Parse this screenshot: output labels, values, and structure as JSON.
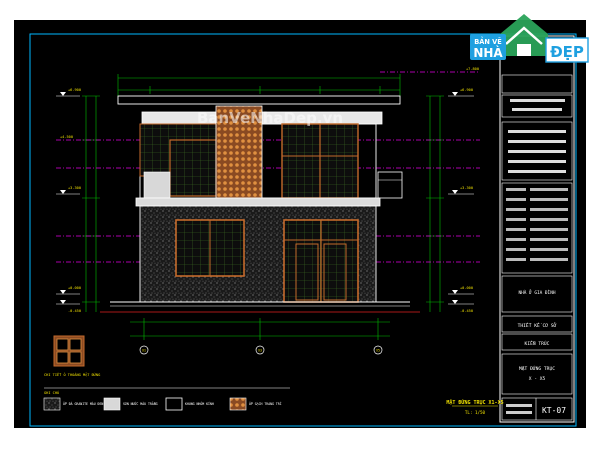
{
  "logo": {
    "line1": "BẢN VẼ",
    "line2": "NHÀ",
    "line3": "ĐẸP"
  },
  "watermark": "BanVeNhaDep.vn",
  "title_block": {
    "project_line1": "NHÀ Ở GIA ĐÌNH",
    "design_stage": "THIẾT KẾ CƠ SỞ",
    "discipline": "KIẾN TRÚC",
    "sheet_title_line1": "MẶT ĐỨNG TRỤC",
    "sheet_title_line2": "X - X5",
    "sheet_code": "KT-07"
  },
  "drawing": {
    "title": "MẶT ĐỨNG TRỤC X1-X5",
    "scale": "TL: 1/50",
    "window_detail_label": "CHI TIẾT Ô THOÁNG MẶT ĐỨNG",
    "axes": [
      "X1",
      "X3",
      "X5"
    ]
  },
  "legend": {
    "title": "GHI CHÚ",
    "items": [
      "ỐP ĐÁ GRANITE MÀU ĐEN",
      "SƠN NƯỚC MÀU TRẮNG",
      "KHUNG NHÔM KÍNH",
      "ỐP GẠCH TRANG TRÍ"
    ]
  },
  "levels": {
    "left": [
      "+6.900",
      "+4.500",
      "+3.300",
      "+0.000",
      "-0.450"
    ],
    "right": [
      "+7.800",
      "+6.900",
      "+3.300",
      "+0.000",
      "-0.450"
    ]
  },
  "colors": {
    "background": "#000000",
    "border": "#00b7ff",
    "outline": "#ffffff",
    "window_frame": "#c46a2b",
    "glass_grid": "#4a7f2a",
    "level_line": "#e000e0",
    "dimension": "#00c000",
    "tiles": "#d9823a",
    "label": "#f0e000"
  }
}
